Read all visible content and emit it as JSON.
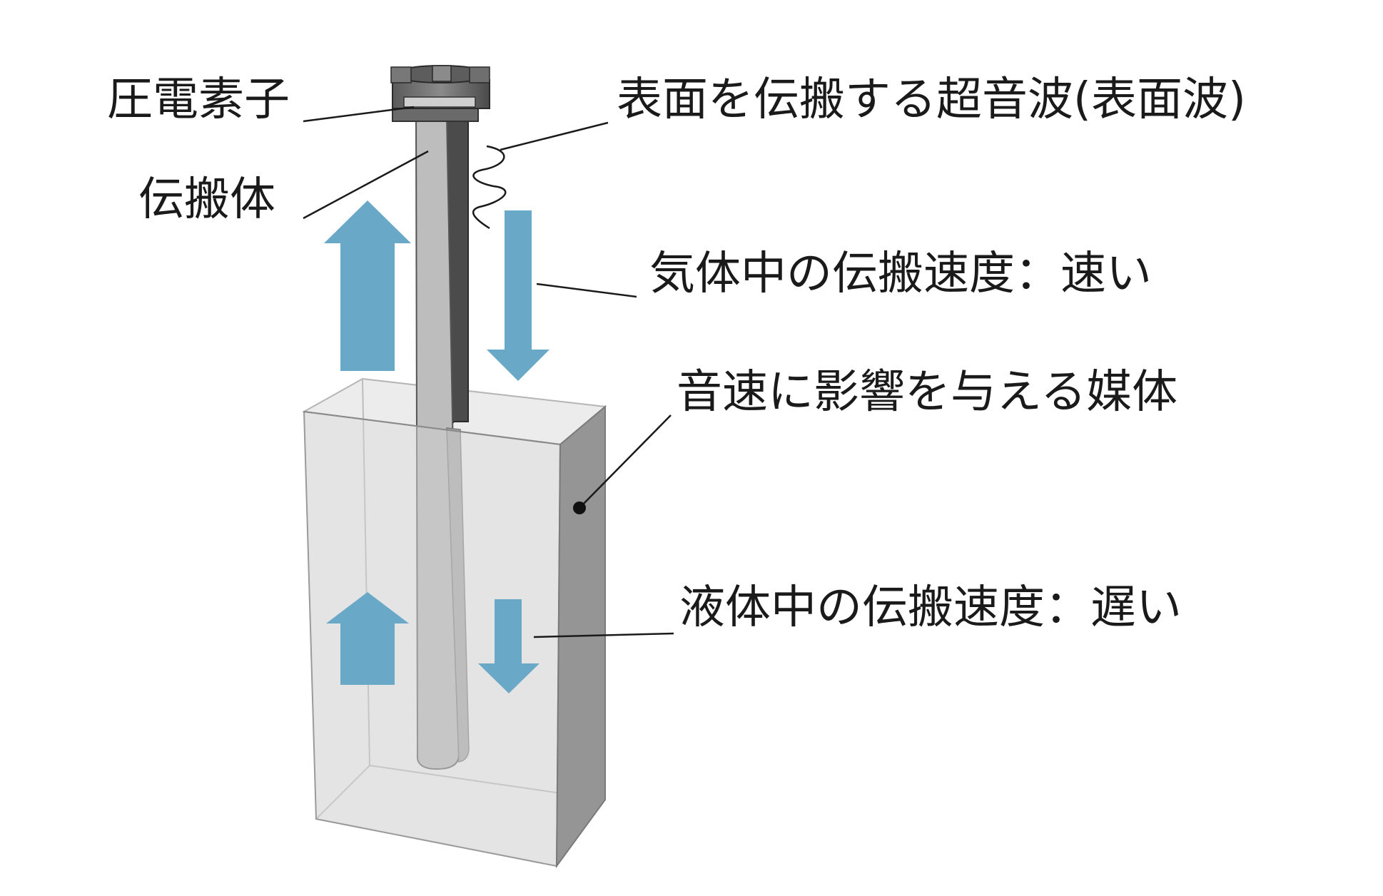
{
  "labels": {
    "piezo_element": "圧電素子",
    "surface_wave": "表面を伝搬する超音波(表面波)",
    "propagation_body": "伝搬体",
    "gas_speed": "気体中の伝搬速度：速い",
    "medium": "音速に影響を与える媒体",
    "liquid_speed": "液体中の伝搬速度：遅い"
  },
  "colors": {
    "arrow": "#6aa8c8",
    "rod_front": "#b9b9b9",
    "rod_side": "#4a4a4a",
    "container_front": "#dcdcdc",
    "container_side": "#9a9a9a",
    "leader_line": "#1a1a1a"
  },
  "icons": {
    "arrow_up": "arrow-up-icon",
    "arrow_down": "arrow-down-icon"
  }
}
